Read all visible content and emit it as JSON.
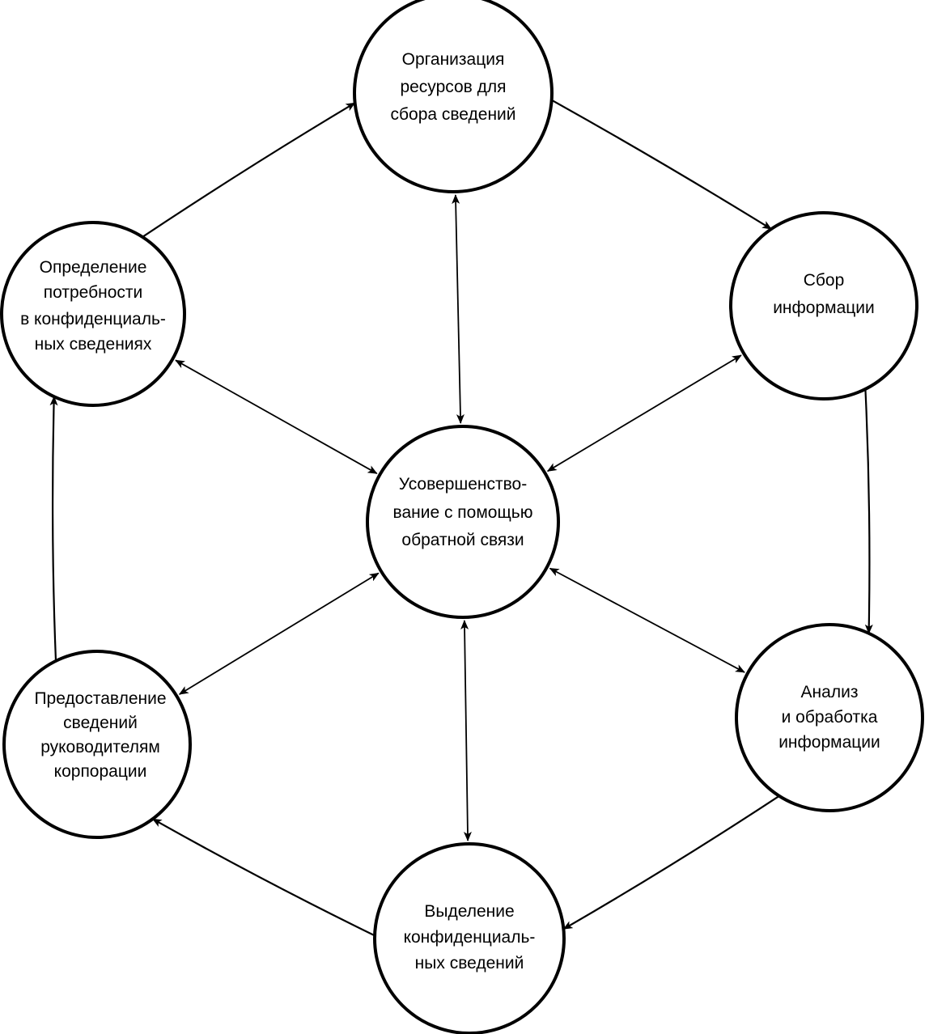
{
  "diagram": {
    "title": "Цикл конфиденциальной информации",
    "center": {
      "id": "feedback",
      "lines": [
        "Усовершенство-",
        "вание с помощью",
        "обратной связи"
      ]
    },
    "nodes": [
      {
        "id": "organization",
        "lines": [
          "Организация",
          "ресурсов для",
          "сбора сведений"
        ]
      },
      {
        "id": "collection",
        "lines": [
          "Сбор",
          "информации"
        ]
      },
      {
        "id": "analysis",
        "lines": [
          "Анализ",
          "и обработка",
          "информации"
        ]
      },
      {
        "id": "extraction",
        "lines": [
          "Выделение",
          "конфиденциаль-",
          "ных сведений"
        ]
      },
      {
        "id": "provision",
        "lines": [
          "Предоставление",
          "сведений",
          "руководителям",
          "корпорации"
        ]
      },
      {
        "id": "needs",
        "lines": [
          "Определение",
          "потребности",
          "в конфиденциаль-",
          "ных сведениях"
        ]
      }
    ],
    "cycle_edges": [
      {
        "from": "needs",
        "to": "organization"
      },
      {
        "from": "organization",
        "to": "collection"
      },
      {
        "from": "collection",
        "to": "analysis"
      },
      {
        "from": "analysis",
        "to": "extraction"
      },
      {
        "from": "extraction",
        "to": "provision"
      },
      {
        "from": "provision",
        "to": "needs"
      }
    ],
    "spoke_edges": [
      {
        "between": [
          "feedback",
          "organization"
        ],
        "direction": "both"
      },
      {
        "between": [
          "feedback",
          "collection"
        ],
        "direction": "both"
      },
      {
        "between": [
          "feedback",
          "analysis"
        ],
        "direction": "both"
      },
      {
        "between": [
          "feedback",
          "extraction"
        ],
        "direction": "both"
      },
      {
        "between": [
          "feedback",
          "provision"
        ],
        "direction": "both"
      },
      {
        "between": [
          "feedback",
          "needs"
        ],
        "direction": "both"
      }
    ],
    "colors": {
      "stroke": "#000000",
      "fill": "#ffffff",
      "background": "#ffffff"
    }
  }
}
